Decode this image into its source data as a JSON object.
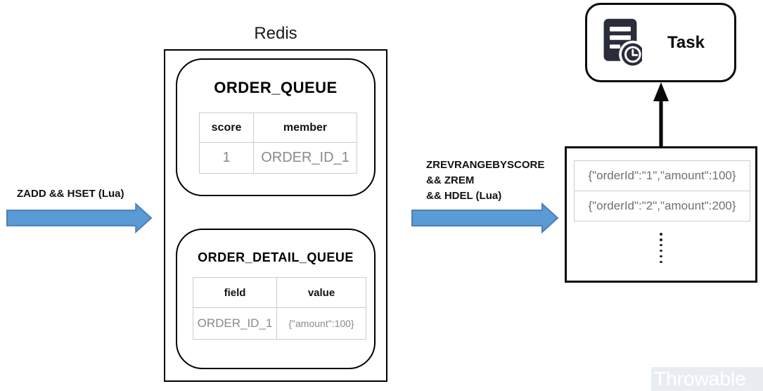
{
  "colors": {
    "arrow_fill": "#5b9bd5",
    "arrow_stroke": "#4a7ebb",
    "icon_dark": "#2a2e3b",
    "table_border": "#cccccc",
    "data_text": "#8a8a8a",
    "list_text": "#6f6f6f",
    "watermark_bg": "#e9edf1",
    "watermark_text": "#ffffff"
  },
  "redis": {
    "title": "Redis",
    "order_queue": {
      "title": "ORDER_QUEUE",
      "headers": [
        "score",
        "member"
      ],
      "row": [
        "1",
        "ORDER_ID_1"
      ]
    },
    "order_detail_queue": {
      "title": "ORDER_DETAIL_QUEUE",
      "headers": [
        "field",
        "value"
      ],
      "row": [
        "ORDER_ID_1",
        "{\"amount\":100}"
      ]
    }
  },
  "arrows": {
    "enqueue_label": "ZADD && HSET (Lua)",
    "dequeue_label_lines": [
      "ZREVRANGEBYSCORE",
      "&& ZREM",
      "&& HDEL (Lua)"
    ]
  },
  "task": {
    "label": "Task",
    "icon": "task-document-clock-icon"
  },
  "message_list": {
    "items": [
      "{\"orderId\":\"1\",\"amount\":100}",
      "{\"orderId\":\"2\",\"amount\":200}"
    ],
    "more_indicator": "vertical-ellipsis"
  },
  "watermark": "Throwable"
}
